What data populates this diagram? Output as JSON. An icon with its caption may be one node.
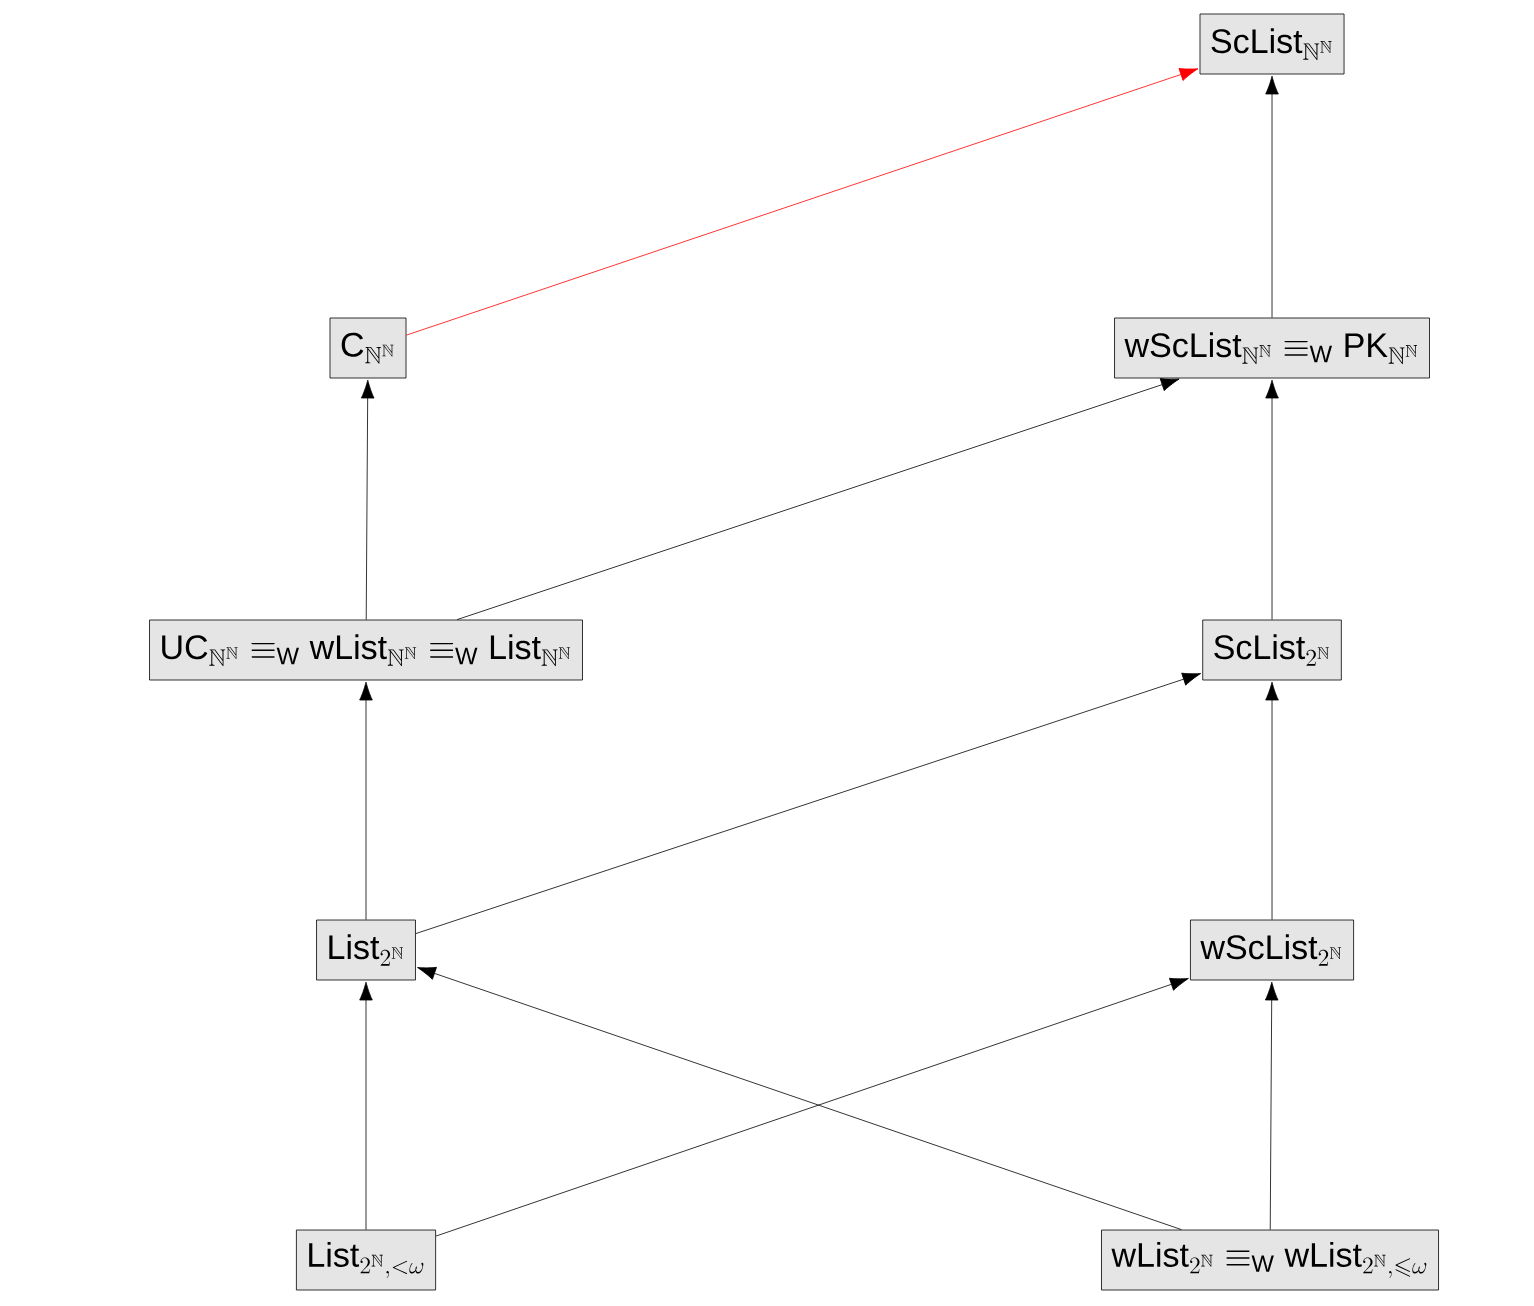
{
  "diagram": {
    "nodes": [
      {
        "text": [
          "\\mathsf{ScList}_{\\mathbb{N}^\\mathbb{N}}"
        ]
      },
      {
        "text": [
          "\\mathsf{C}_{\\mathbb{N}^\\mathbb{N}}"
        ]
      },
      {
        "text": [
          "\\mathsf{wScList}_{\\mathbb{N}^\\mathbb{N}} \\equiv_{\\mathrm{W}} \\mathsf{PK}_{\\mathbb{N}^\\mathbb{N}}"
        ]
      },
      {
        "text": [
          "\\mathsf{UC}_{\\mathbb{N}^\\mathbb{N}} \\equiv_{\\mathrm{W}} \\mathsf{wList}_{\\mathbb{N}^\\mathbb{N}} \\equiv_{\\mathrm{W}} \\mathsf{List}_{\\mathbb{N}^\\mathbb{N}}"
        ]
      },
      {
        "text": [
          "\\mathsf{ScList}_{2^\\mathbb{N}}"
        ]
      },
      {
        "text": [
          "\\mathsf{List}_{2^\\mathbb{N}}"
        ]
      },
      {
        "text": [
          "\\mathsf{wScList}_{2^\\mathbb{N}}"
        ]
      },
      {
        "text": [
          "\\mathsf{List}_{2^\\mathbb{N},<\\omega}"
        ]
      },
      {
        "text": [
          "\\mathsf{wList}_{2^\\mathbb{N}} \\equiv_{\\mathrm{W}} \\mathsf{wList}_{2^\\mathbb{N},\\leqslant\\omega}"
        ]
      }
    ],
    "edges": [
      {
        "from": 1,
        "to": 0,
        "arrow": "to",
        "color": "#ff0000"
      },
      {
        "from": 2,
        "to": 0,
        "arrow": "to"
      },
      {
        "from": 3,
        "to": 1,
        "arrow": "to"
      },
      {
        "from": 3,
        "to": 2,
        "arrow": "to"
      },
      {
        "from": 4,
        "to": 2,
        "arrow": "to"
      },
      {
        "from": 5,
        "to": 3,
        "arrow": "to"
      },
      {
        "from": 5,
        "to": 4,
        "arrow": "to"
      },
      {
        "from": 6,
        "to": 4,
        "arrow": "to"
      },
      {
        "from": 7,
        "to": 5,
        "arrow": "to"
      },
      {
        "from": 7,
        "to": 6,
        "arrow": "to"
      },
      {
        "from": 8,
        "to": 6,
        "arrow": "to"
      },
      {
        "from": 8,
        "to": 5,
        "arrow": "to"
      }
    ]
  }
}
